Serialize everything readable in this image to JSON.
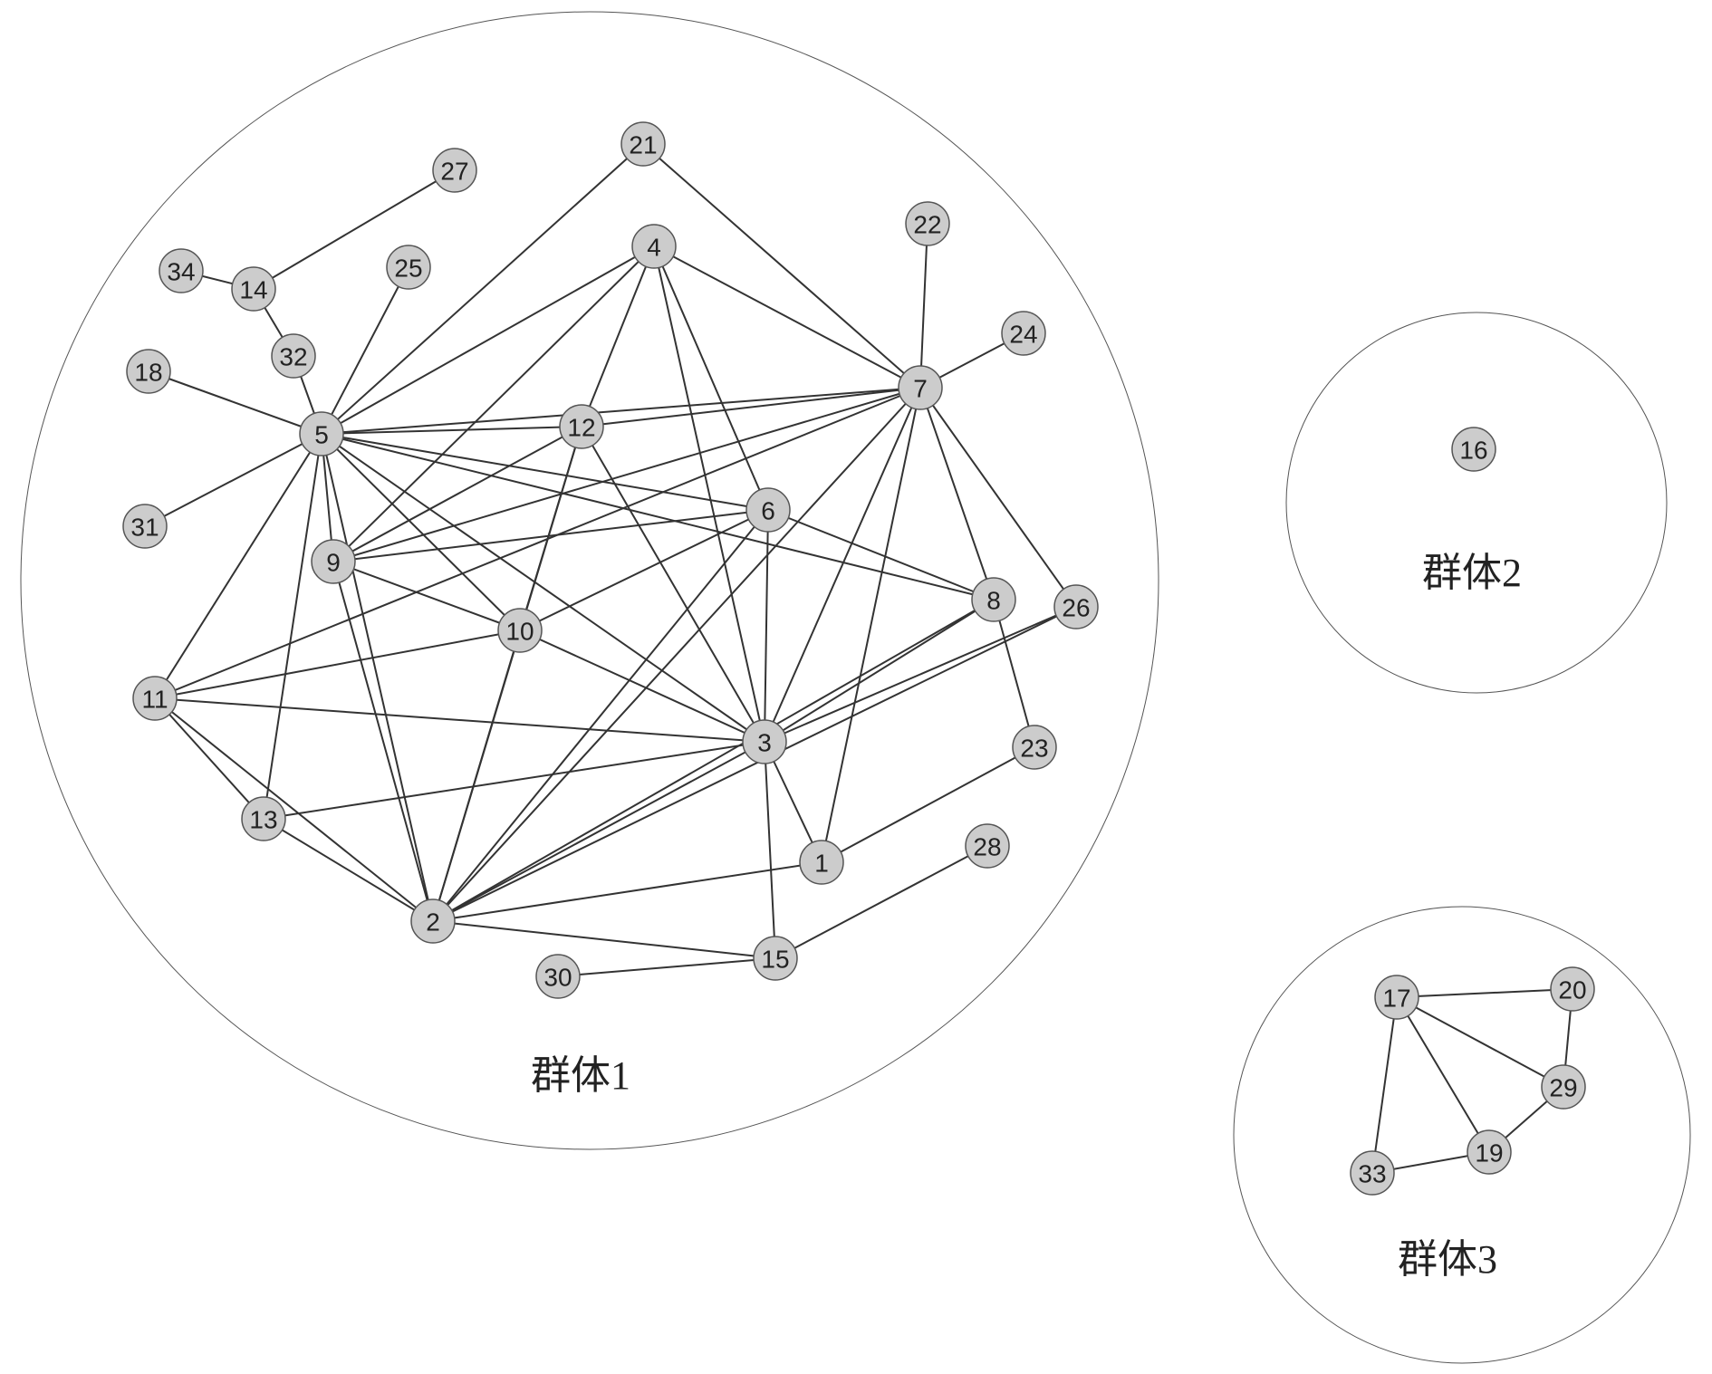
{
  "groups": [
    {
      "id": "g1",
      "label": "群体1"
    },
    {
      "id": "g2",
      "label": "群体2"
    },
    {
      "id": "g3",
      "label": "群体3"
    }
  ],
  "nodes": [
    "1",
    "2",
    "3",
    "4",
    "5",
    "6",
    "7",
    "8",
    "9",
    "10",
    "11",
    "12",
    "13",
    "14",
    "15",
    "16",
    "17",
    "18",
    "19",
    "20",
    "21",
    "22",
    "23",
    "24",
    "25",
    "26",
    "27",
    "28",
    "29",
    "30",
    "31",
    "32",
    "33",
    "34"
  ],
  "edges": [
    [
      "27",
      "14"
    ],
    [
      "34",
      "14"
    ],
    [
      "14",
      "32"
    ],
    [
      "32",
      "5"
    ],
    [
      "25",
      "5"
    ],
    [
      "18",
      "5"
    ],
    [
      "31",
      "5"
    ],
    [
      "5",
      "21"
    ],
    [
      "21",
      "7"
    ],
    [
      "5",
      "4"
    ],
    [
      "5",
      "12"
    ],
    [
      "5",
      "7"
    ],
    [
      "5",
      "6"
    ],
    [
      "5",
      "8"
    ],
    [
      "5",
      "9"
    ],
    [
      "5",
      "10"
    ],
    [
      "5",
      "3"
    ],
    [
      "5",
      "11"
    ],
    [
      "5",
      "13"
    ],
    [
      "5",
      "2"
    ],
    [
      "4",
      "12"
    ],
    [
      "4",
      "7"
    ],
    [
      "4",
      "6"
    ],
    [
      "4",
      "3"
    ],
    [
      "4",
      "9"
    ],
    [
      "22",
      "7"
    ],
    [
      "24",
      "7"
    ],
    [
      "7",
      "12"
    ],
    [
      "7",
      "9"
    ],
    [
      "7",
      "11"
    ],
    [
      "7",
      "3"
    ],
    [
      "7",
      "2"
    ],
    [
      "7",
      "1"
    ],
    [
      "7",
      "8"
    ],
    [
      "7",
      "26"
    ],
    [
      "12",
      "9"
    ],
    [
      "12",
      "10"
    ],
    [
      "12",
      "2"
    ],
    [
      "12",
      "3"
    ],
    [
      "6",
      "9"
    ],
    [
      "6",
      "10"
    ],
    [
      "6",
      "8"
    ],
    [
      "6",
      "3"
    ],
    [
      "6",
      "2"
    ],
    [
      "9",
      "10"
    ],
    [
      "9",
      "2"
    ],
    [
      "10",
      "11"
    ],
    [
      "10",
      "3"
    ],
    [
      "10",
      "2"
    ],
    [
      "8",
      "3"
    ],
    [
      "8",
      "2"
    ],
    [
      "8",
      "23"
    ],
    [
      "26",
      "3"
    ],
    [
      "26",
      "2"
    ],
    [
      "23",
      "1"
    ],
    [
      "11",
      "3"
    ],
    [
      "11",
      "13"
    ],
    [
      "11",
      "2"
    ],
    [
      "13",
      "3"
    ],
    [
      "13",
      "2"
    ],
    [
      "3",
      "2"
    ],
    [
      "3",
      "1"
    ],
    [
      "3",
      "15"
    ],
    [
      "2",
      "1"
    ],
    [
      "2",
      "15"
    ],
    [
      "28",
      "15"
    ],
    [
      "30",
      "15"
    ],
    [
      "17",
      "20"
    ],
    [
      "17",
      "29"
    ],
    [
      "17",
      "19"
    ],
    [
      "17",
      "33"
    ],
    [
      "20",
      "29"
    ],
    [
      "29",
      "19"
    ],
    [
      "19",
      "33"
    ]
  ]
}
